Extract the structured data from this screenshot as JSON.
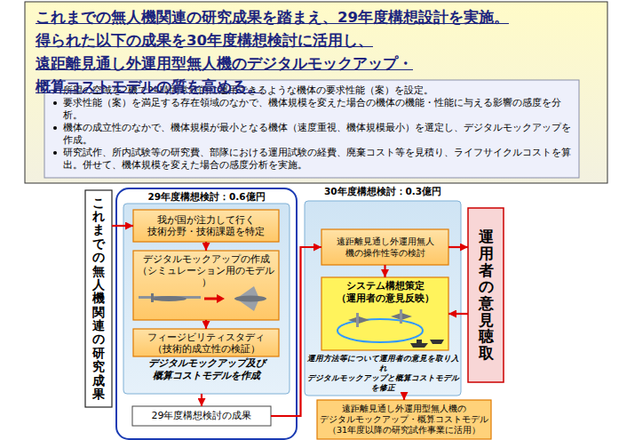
{
  "diagram": {
    "nodes": [
      {
        "text": [
          "これまでの無人機関連の研究成果を踏まえ、29年度構想設計を実施。得られた以下の成果を30年度構想検討に活用し、遠距離見通し外運用型無人機のデジタルモックアップ・概算コストモデルの質を高める。"
        ]
      },
      {
        "text": [
          "所望の空域を2機で24時間常続的に運用できるような機体の要求性能（案）を設定。",
          "要求性能（案）を満足する存在領域のなかで、機体規模を変えた場合の機体の機能・性能に与える影響の感度を分析。",
          "機体の成立性のなかで、機体規模が最小となる機体（速度重視、機体規模最小）を選定し、デジタルモックアップを作成。",
          "研究試作、所内試験等の研究費、部隊における運用試験の経費、廃棄コスト等を見積り、ライフサイクルコストを算出。併せて、機体規模を変えた場合の感度分析を実施。"
        ],
        "in": 0
      },
      {
        "text": [
          "これまでの無人機関連の研究成果"
        ]
      },
      {
        "text": [
          "29年度構想検討：0.6億円"
        ]
      },
      {
        "text": [
          "デジタルモックアップ及び 概算コストモデルを作成"
        ],
        "in": 3
      },
      {
        "text": [
          "我が国が注力して行く 技術分野・技術課題を特定"
        ],
        "in": 4
      },
      {
        "text": [
          "デジタルモックアップの作成 （シミュレーション用のモデル）"
        ],
        "in": 4
      },
      {
        "text": [
          "フィージビリティスタディ （技術的成立性の検証）"
        ],
        "in": 4
      },
      {
        "text": [
          "29年度構想検討の成果"
        ],
        "in": 3
      },
      {
        "text": [
          "30年度構想検討：0.3億円",
          "運用方法等について運用者の意見を取り入れ デジタルモックアップと概算コストモデルを修正"
        ]
      },
      {
        "text": [
          "遠距離見通し外運用無人 機の操作性等の検討"
        ],
        "in": 9
      },
      {
        "text": [
          "システム構想策定 （運用者の意見反映）"
        ],
        "in": 9
      },
      {
        "text": [
          "運用者の意見聴取"
        ]
      },
      {
        "text": [
          "遠距離見通し外運用型無人機の デジタルモックアップ・概算コストモデル （31年度以降の研究試作事業に活用）"
        ]
      }
    ],
    "edges": [
      {
        "from": 2,
        "to": 5,
        "arrow": "to"
      },
      {
        "from": 5,
        "to": 6,
        "arrow": "to"
      },
      {
        "from": 6,
        "to": 7,
        "arrow": "to"
      },
      {
        "from": 4,
        "to": 8,
        "arrow": "to"
      },
      {
        "from": 8,
        "to": 10,
        "arrow": "to"
      },
      {
        "from": 10,
        "to": 12,
        "arrow": "to"
      },
      {
        "from": 12,
        "to": 11,
        "arrow": "to"
      },
      {
        "from": 10,
        "to": 11,
        "arrow": "to"
      },
      {
        "from": 9,
        "to": 13,
        "arrow": "to"
      }
    ]
  }
}
